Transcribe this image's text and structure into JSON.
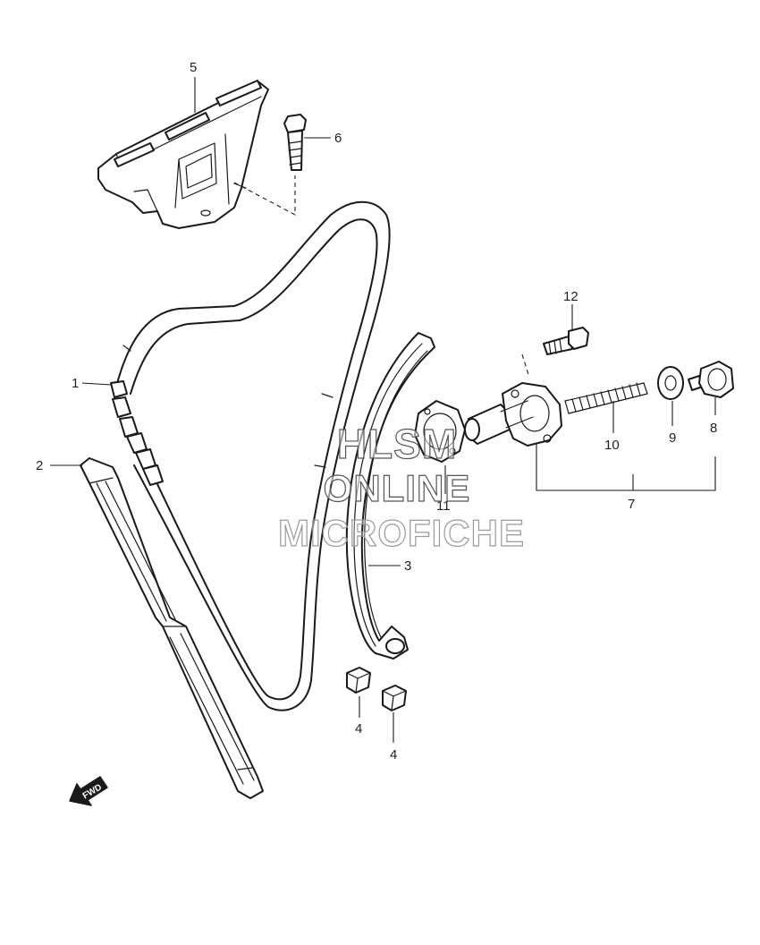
{
  "callouts": {
    "c1": "1",
    "c2": "2",
    "c3": "3",
    "c4a": "4",
    "c4b": "4",
    "c5": "5",
    "c6": "6",
    "c7": "7",
    "c8": "8",
    "c9": "9",
    "c10": "10",
    "c11": "11",
    "c12": "12"
  },
  "watermark": {
    "line1": "HLSM",
    "line2": "ONLINE",
    "line3": "MICROFICHE"
  },
  "direction_arrow": {
    "label": "FWD",
    "icon": "arrow-left-down-icon"
  }
}
